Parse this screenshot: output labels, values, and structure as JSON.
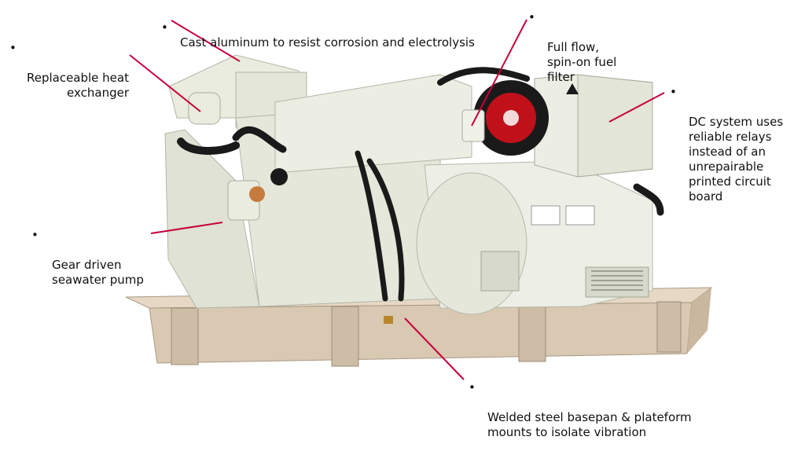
{
  "diagram": {
    "callouts": [
      {
        "id": "cast-aluminum",
        "bullet": "•",
        "text": "Cast aluminum to resist corrosion and electrolysis"
      },
      {
        "id": "heat-exchanger",
        "bullet": "•",
        "text": "Replaceable heat\nexchanger"
      },
      {
        "id": "fuel-filter",
        "bullet": "•",
        "text": "Full flow,\nspin-on fuel\nfilter"
      },
      {
        "id": "dc-system",
        "bullet": "•",
        "text": "DC system uses\nreliable relays\ninstead of an\nunrepairable\nprinted circuit\nboard"
      },
      {
        "id": "seawater-pump",
        "bullet": "•",
        "text": "Gear driven\nseawater pump"
      },
      {
        "id": "basepan",
        "bullet": "•",
        "text": "Welded steel basepan & plateform\nmounts to isolate vibration"
      }
    ],
    "colors": {
      "leader_line": "#c8003c",
      "engine_body": "#e9ecdf",
      "engine_shadow": "#b9bdae",
      "basepan": "#d9c8b2",
      "hose": "#1a1a1a",
      "filter_red": "#c0101a"
    }
  }
}
